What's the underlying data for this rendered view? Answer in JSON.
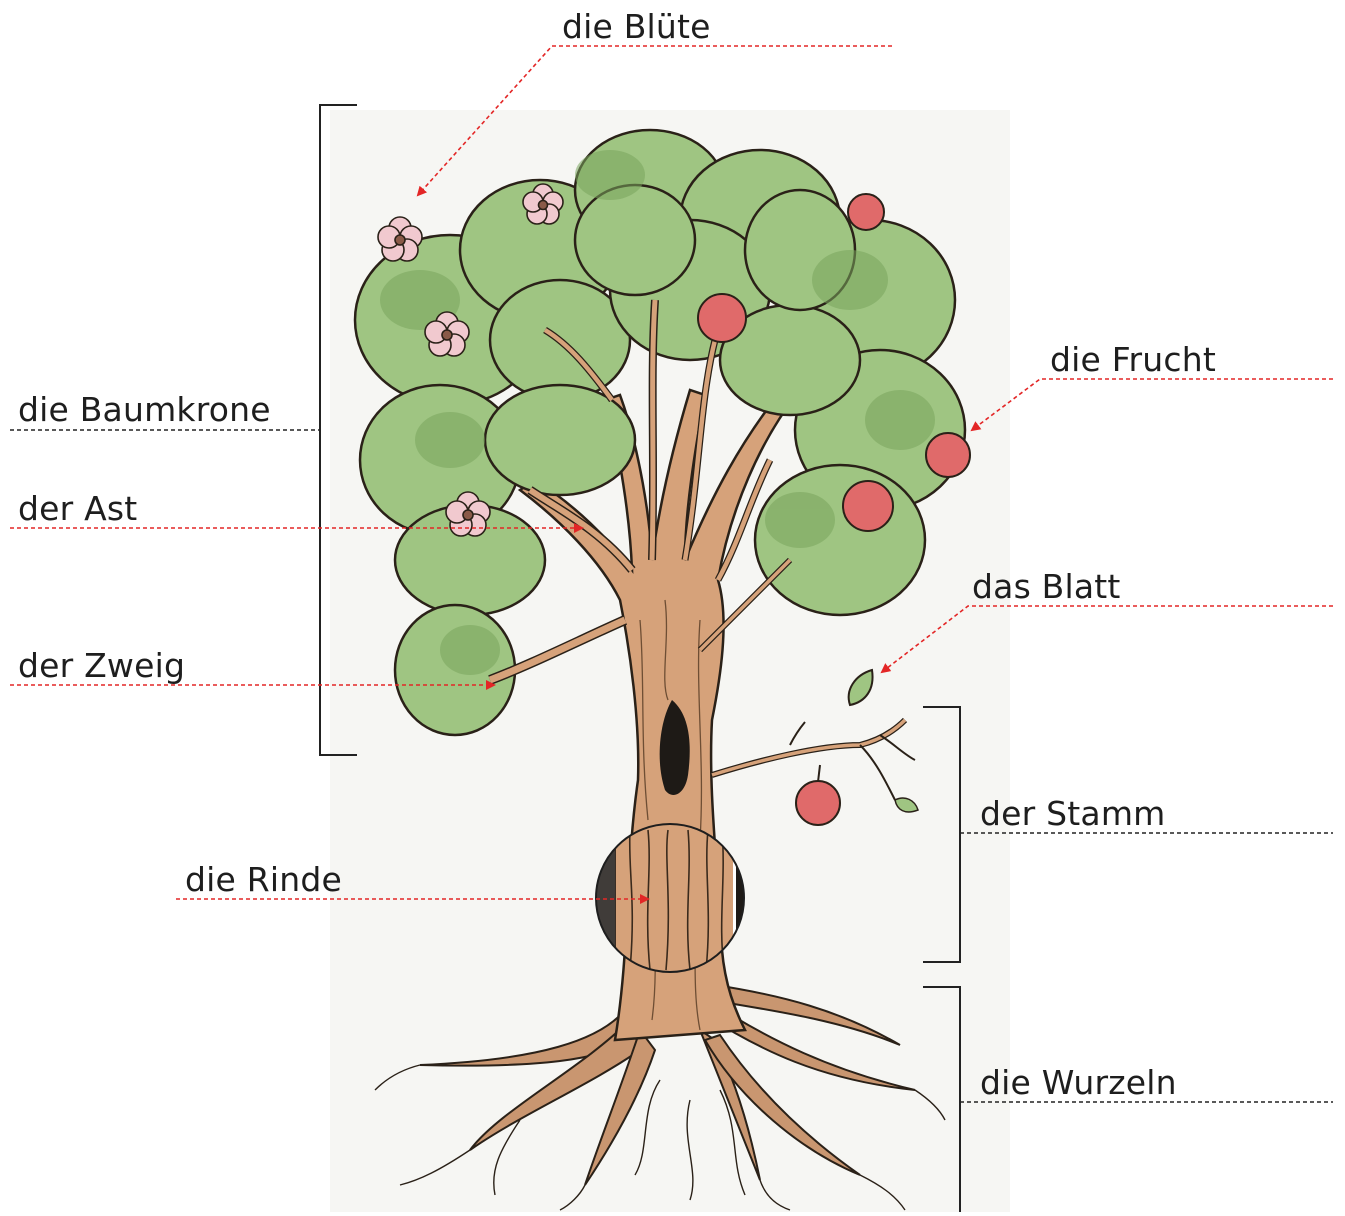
{
  "diagram": {
    "labels": {
      "bluete": "die Blüte",
      "baumkrone": "die Baumkrone",
      "frucht": "die Frucht",
      "ast": "der Ast",
      "blatt": "das Blatt",
      "zweig": "der Zweig",
      "stamm": "der Stamm",
      "rinde": "die Rinde",
      "wurzeln": "die Wurzeln"
    },
    "colors": {
      "foliage": "#9fc582",
      "foliage_dark": "#79a45c",
      "trunk": "#d6a27a",
      "trunk_dark": "#b88560",
      "outline": "#2a2118",
      "apple": "#e06a6a",
      "blossom": "#f1c9cf",
      "pointer_red": "#e32626",
      "guide_black": "#222222",
      "background_panel": "#f6f6f3"
    }
  }
}
